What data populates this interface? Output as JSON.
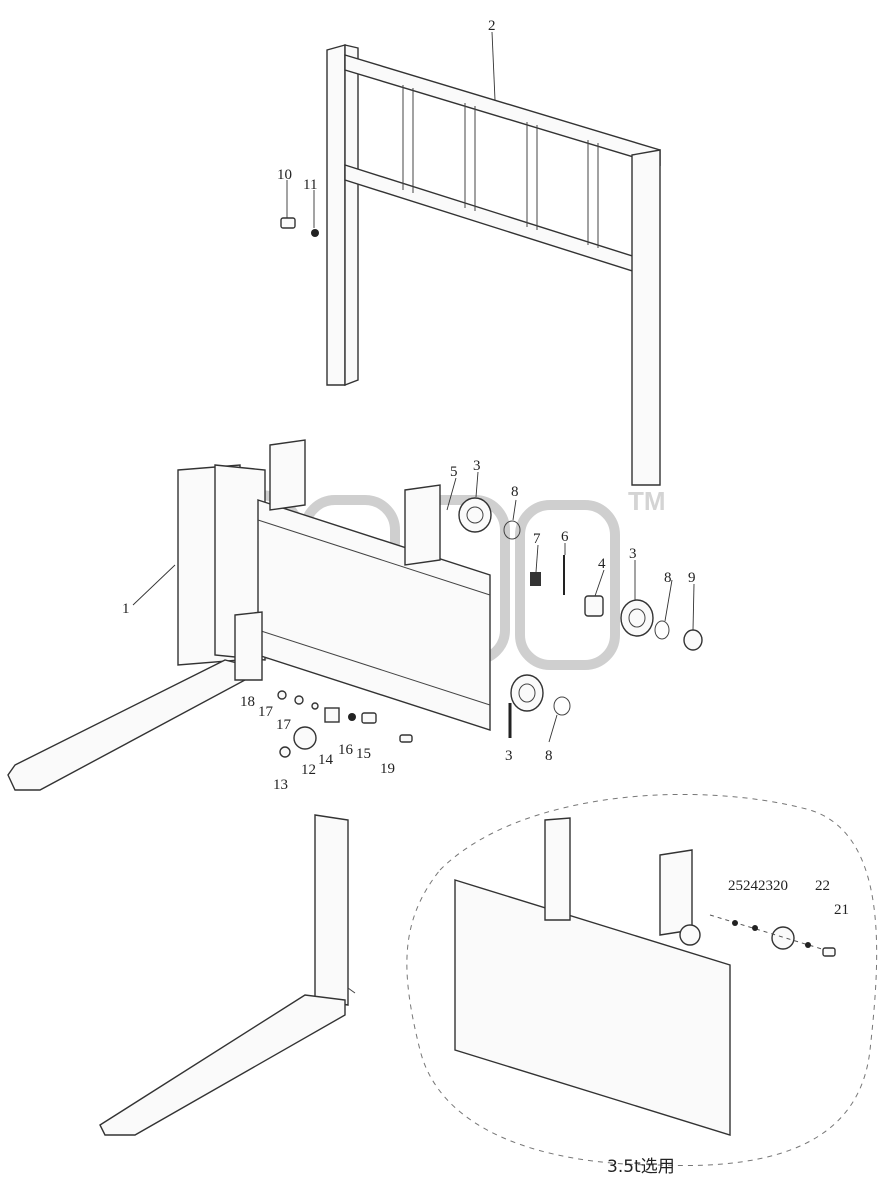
{
  "diagram": {
    "watermark_tm": "TM",
    "option_caption": "3.5t选用",
    "callouts": {
      "c1": "1",
      "c2": "2",
      "c3a": "3",
      "c3b": "3",
      "c3c": "3",
      "c4": "4",
      "c5": "5",
      "c6": "6",
      "c7": "7",
      "c8a": "8",
      "c8b": "8",
      "c8c": "8",
      "c9": "9",
      "c10": "10",
      "c11": "11",
      "c12": "12",
      "c13": "13",
      "c14": "14",
      "c15": "15",
      "c16": "16",
      "c17a": "17",
      "c17b": "17",
      "c18": "18",
      "c19": "19",
      "c20": "20",
      "c21": "21",
      "c22": "22",
      "c23": "23",
      "c24": "24",
      "c25": "25"
    }
  }
}
